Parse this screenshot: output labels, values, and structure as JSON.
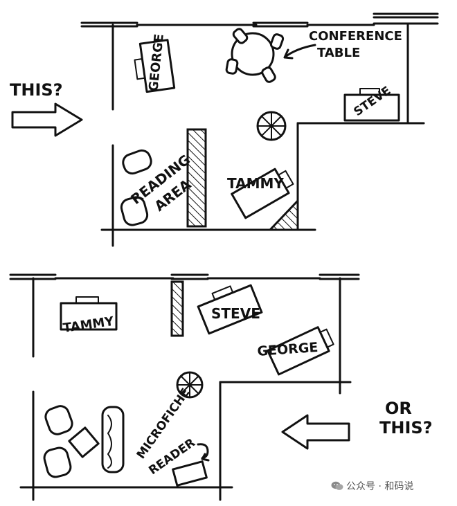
{
  "labels": {
    "question_top": "THIS?",
    "question_bottom_1": "OR",
    "question_bottom_2": "THIS?",
    "conference_1": "CONFERENCE",
    "conference_2": "TABLE",
    "george": "GEORGE",
    "steve": "STEVE",
    "tammy": "TAMMY",
    "reading_1": "READING",
    "reading_2": "AREA",
    "micro_1": "MICROFICHE",
    "micro_2": "READER"
  },
  "watermark": {
    "text": "公众号 · 和码说",
    "icon": "wechat-icon"
  },
  "colors": {
    "ink": "#111111",
    "background": "#ffffff",
    "watermark": "#555555"
  }
}
